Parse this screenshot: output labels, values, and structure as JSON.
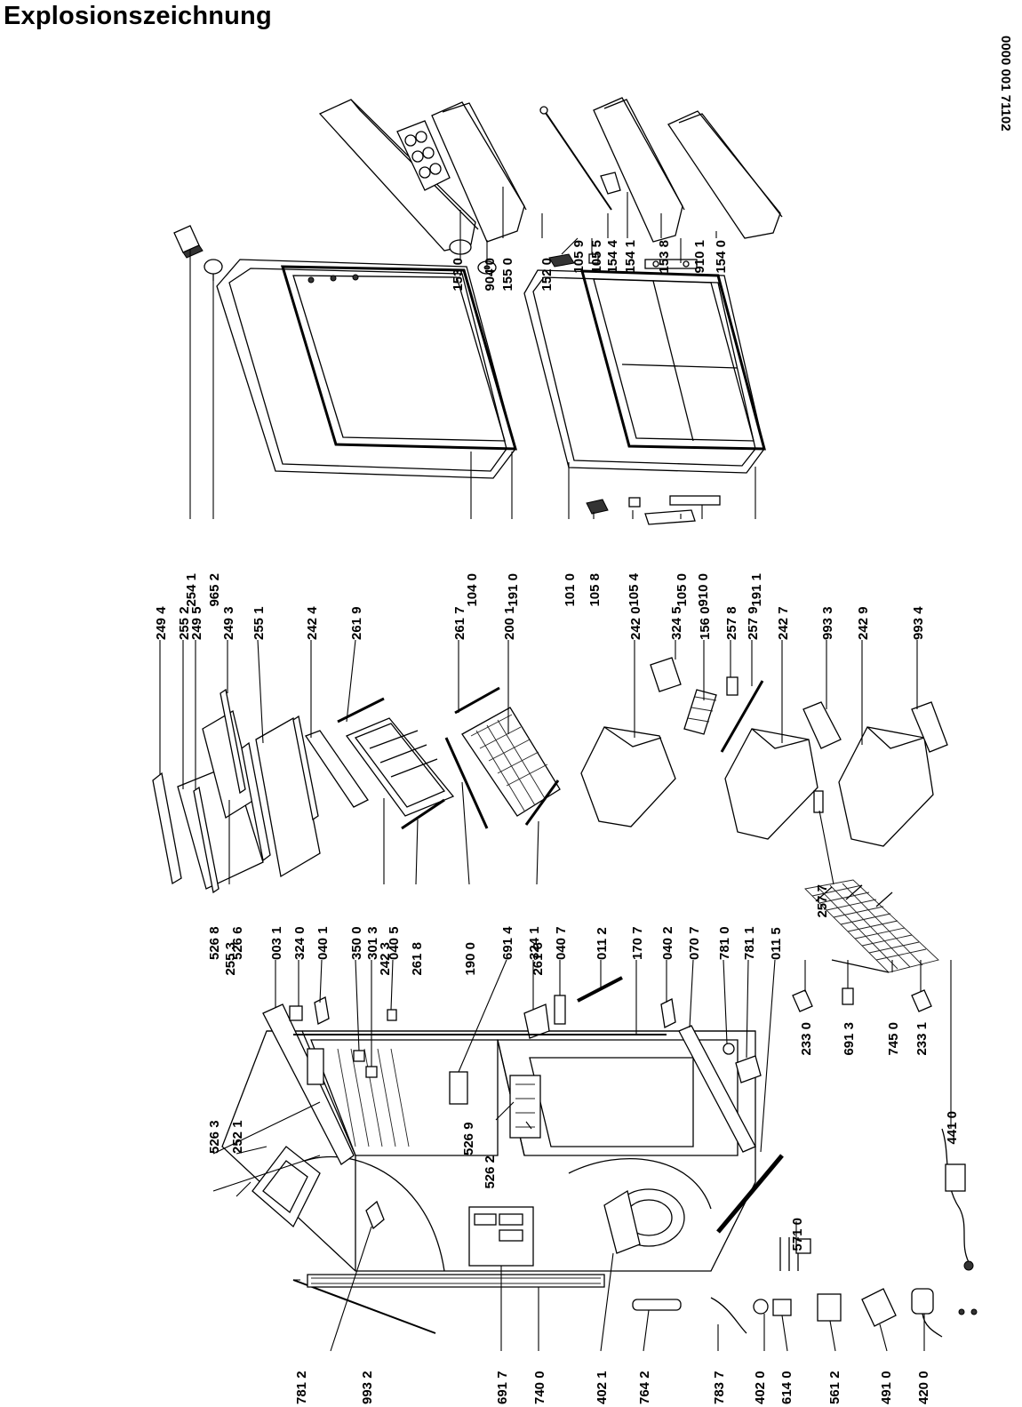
{
  "title": "Explosionszeichnung",
  "document_code": "0000 001 71102",
  "part_numbers": {
    "p1530": "153 0",
    "p9040": "904 0",
    "p1550": "155 0",
    "p1520": "152 0",
    "p1059": "105 9",
    "p1055": "105 5",
    "p1544": "154 4",
    "p1541": "154 1",
    "p1538": "153 8",
    "p9101": "910 1",
    "p1540": "154 0",
    "p2541": "254 1",
    "p9652": "965 2",
    "p1040": "104 0",
    "p1910": "191 0",
    "p1010": "101 0",
    "p1058": "105 8",
    "p1054": "105 4",
    "p1050": "105 0",
    "p9100": "910 0",
    "p1911": "191 1",
    "p2494": "249 4",
    "p2552": "255 2",
    "p2495": "249 5",
    "p2493": "249 3",
    "p2551": "255 1",
    "p2424": "242 4",
    "p2619": "261 9",
    "p2617": "261 7",
    "p2001": "200 1",
    "p2420": "242 0",
    "p3245": "324 5",
    "p1560": "156 0",
    "p2578": "257 8",
    "p2579": "257 9",
    "p2427": "242 7",
    "p9933": "993 3",
    "p2429": "242 9",
    "p9934": "993 4",
    "p2553": "255 3",
    "p2423": "242 3",
    "p2618": "261 8",
    "p1900": "190 0",
    "p2616": "261 6",
    "p2577": "257 7",
    "p0031": "003 1",
    "p3240": "324 0",
    "p0401": "040 1",
    "p3500": "350 0",
    "p3013": "301 3",
    "p0405": "040 5",
    "p6914": "691 4",
    "p3241": "324 1",
    "p0407": "040 7",
    "p0112": "011 2",
    "p1707": "170 7",
    "p0402": "040 2",
    "p0707": "070 7",
    "p7810": "781 0",
    "p7811": "781 1",
    "p0115": "011 5",
    "p2330": "233 0",
    "p6913": "691 3",
    "p7450": "745 0",
    "p2331": "233 1",
    "p4410": "441 0",
    "p5268": "526 8",
    "p5266": "526 6",
    "p5263": "526 3",
    "p2521": "252 1",
    "p5262": "526 2",
    "p5269": "526 9",
    "p5710": "571 0",
    "p7812": "781 2",
    "p9932": "993 2",
    "p6917": "691 7",
    "p7400": "740 0",
    "p4021": "402 1",
    "p7642": "764 2",
    "p7837": "783 7",
    "p4020": "402 0",
    "p6140": "614 0",
    "p5612": "561 2",
    "p4910": "491 0",
    "p4200": "420 0"
  }
}
